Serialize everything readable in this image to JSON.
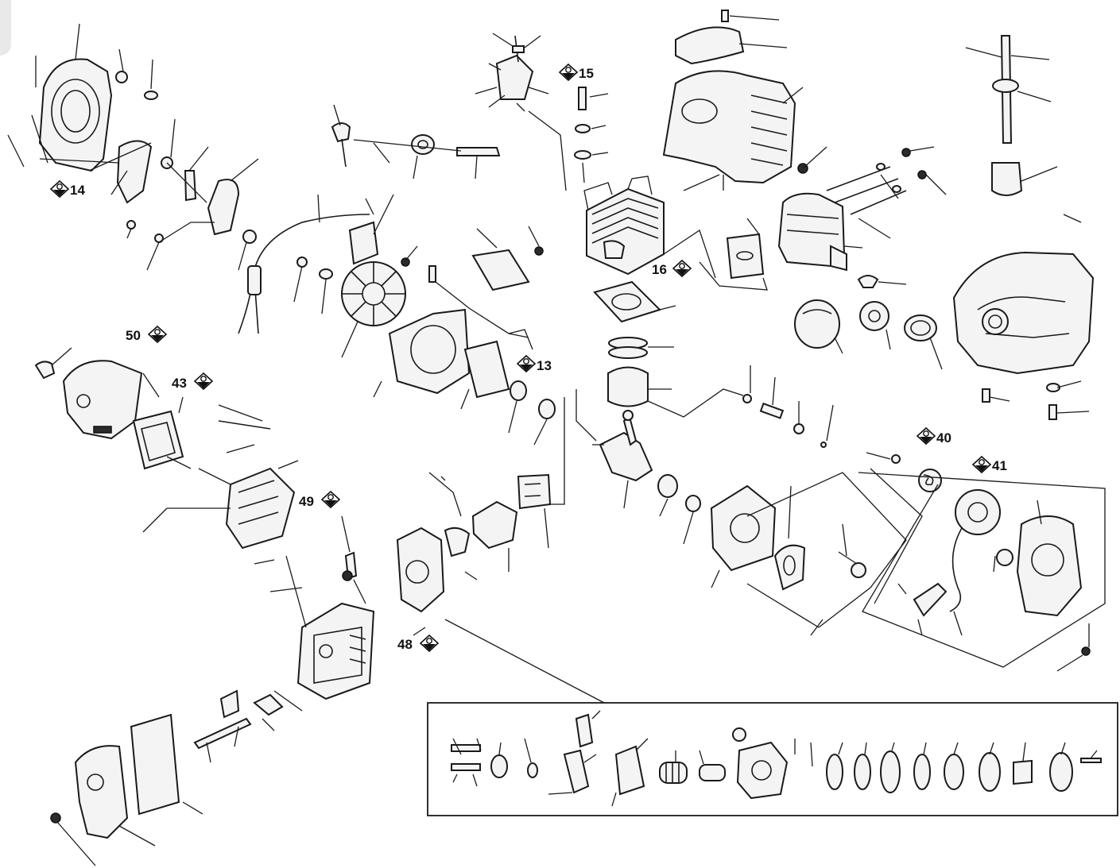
{
  "diagram": {
    "callouts": [
      {
        "id": "c14",
        "label": "14"
      },
      {
        "id": "c15",
        "label": "15"
      },
      {
        "id": "c16",
        "label": "16"
      },
      {
        "id": "c13",
        "label": "13"
      },
      {
        "id": "c50",
        "label": "50"
      },
      {
        "id": "c43",
        "label": "43"
      },
      {
        "id": "c49",
        "label": "49"
      },
      {
        "id": "c48",
        "label": "48"
      },
      {
        "id": "c40",
        "label": "40"
      },
      {
        "id": "c41",
        "label": "41"
      }
    ],
    "badge_icon": "genuine-part-badge-icon"
  }
}
